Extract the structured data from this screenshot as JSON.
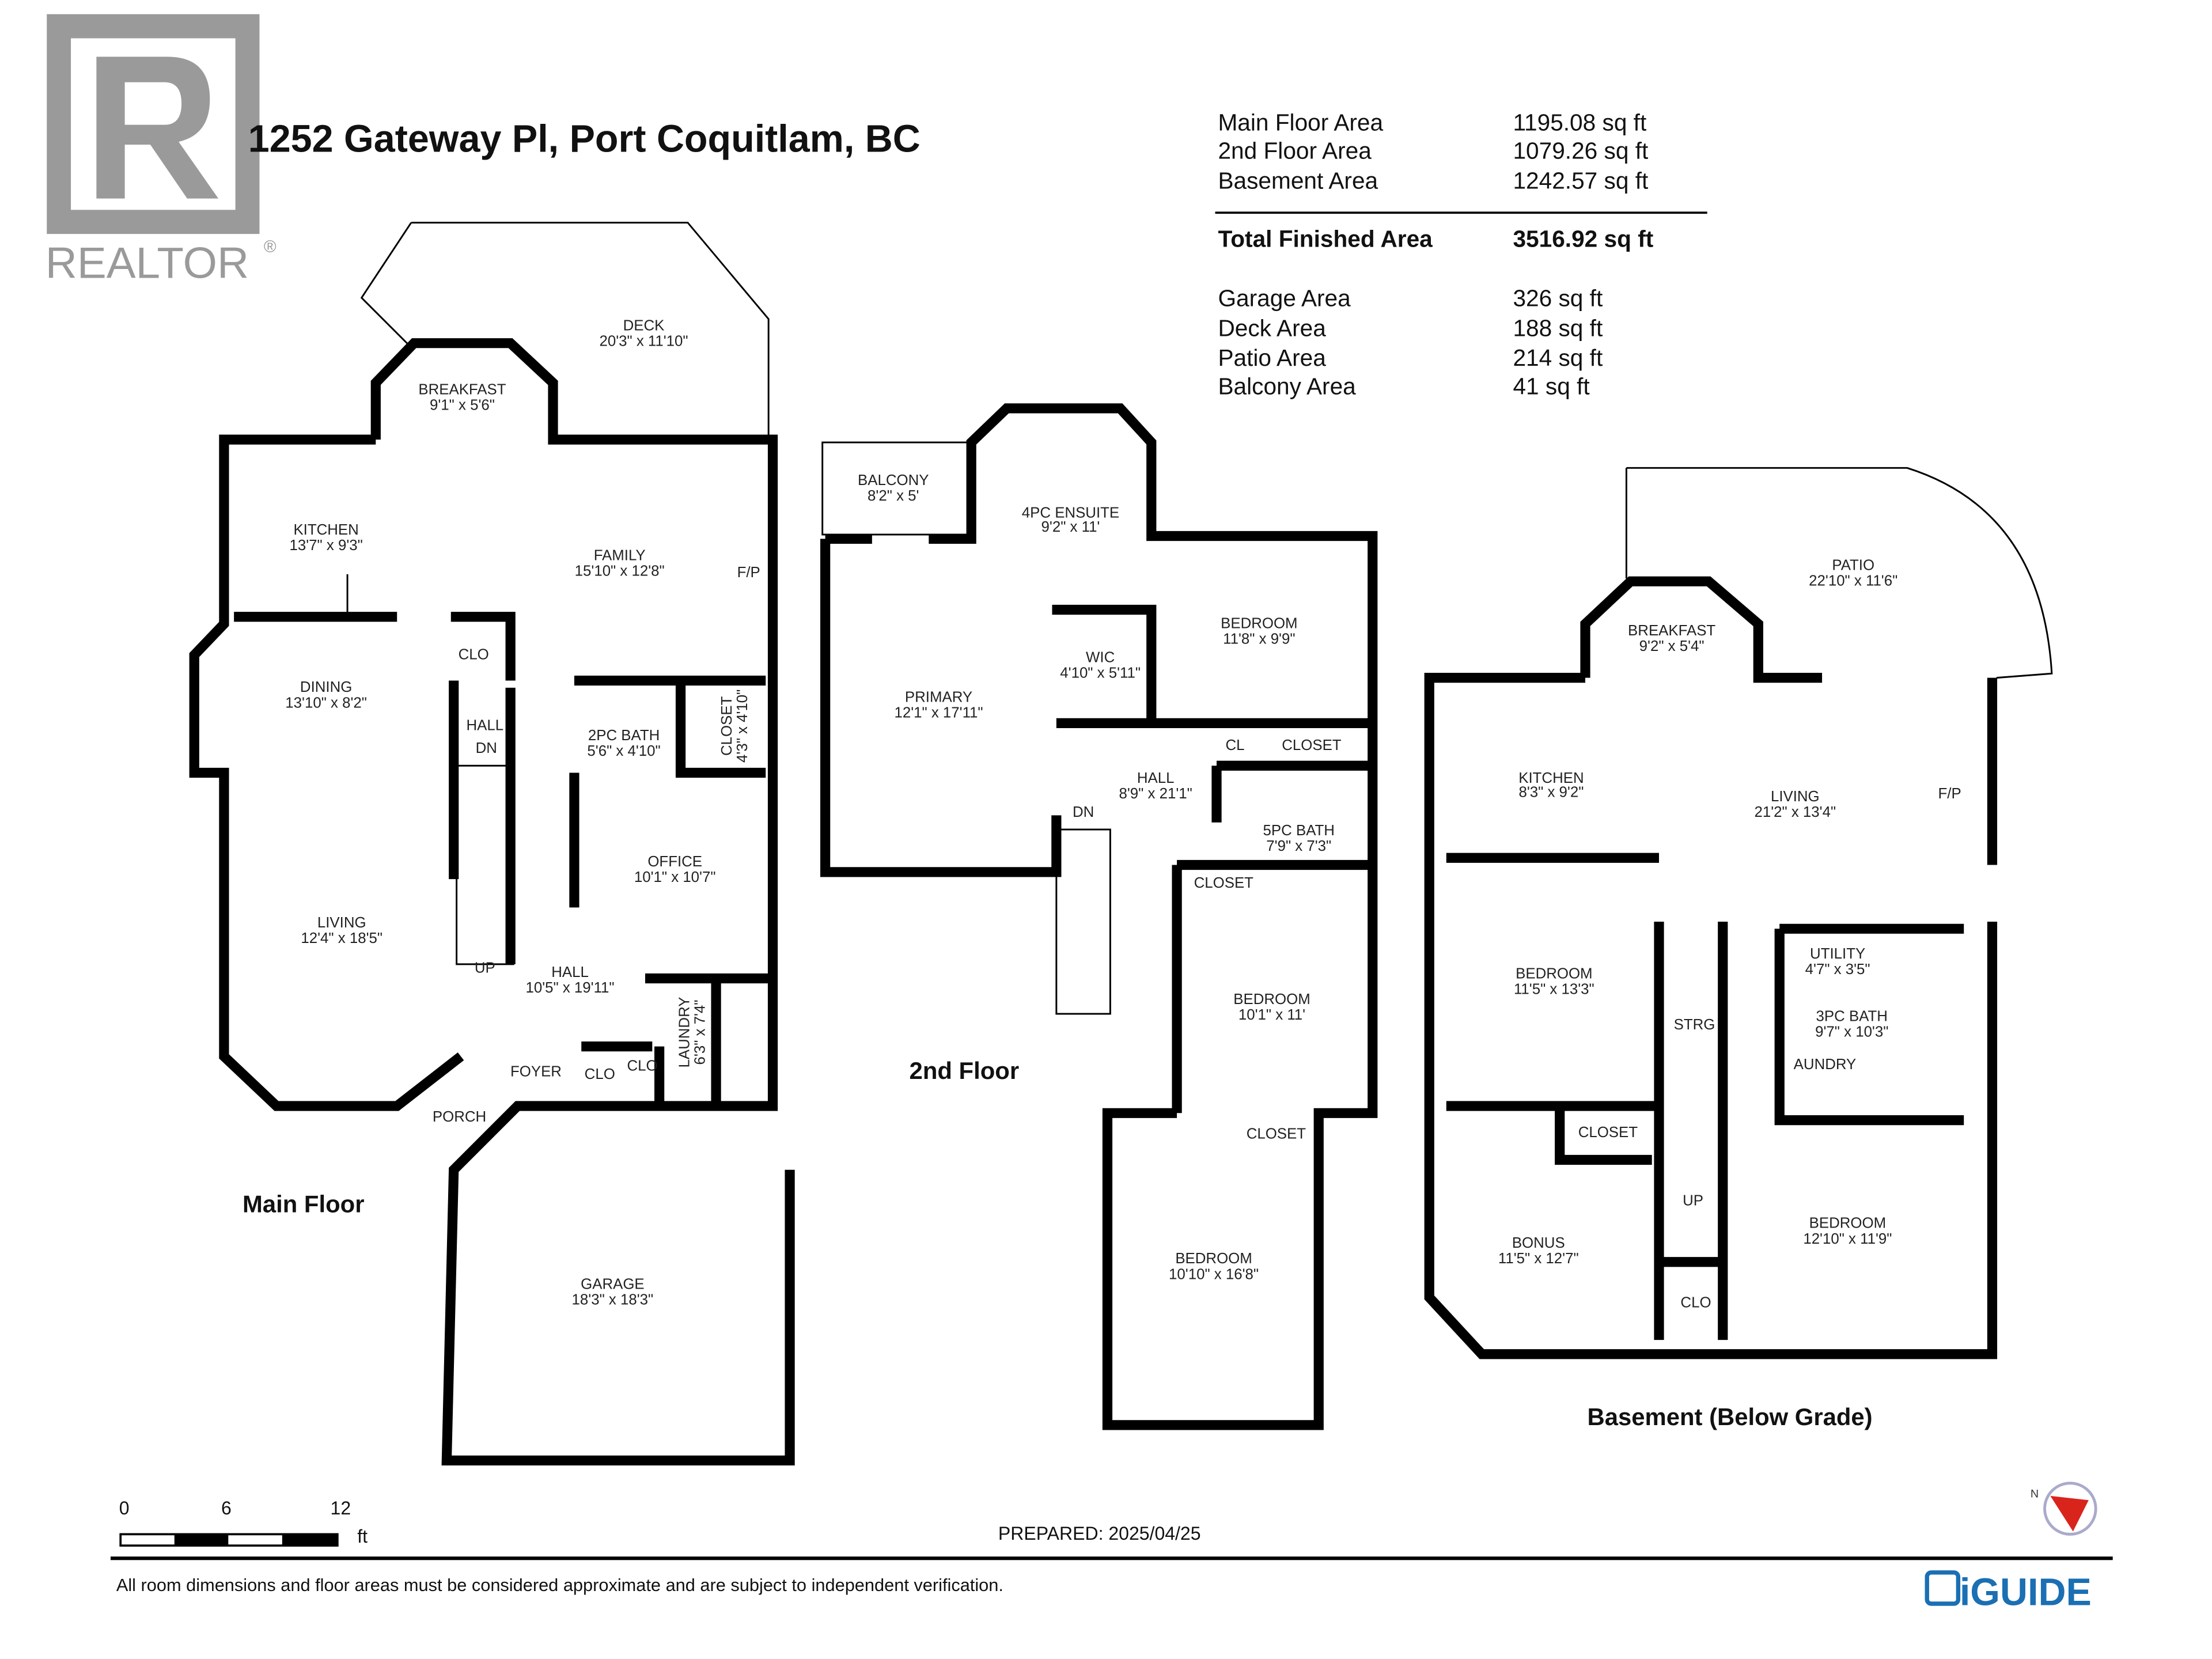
{
  "header": {
    "title": "1252 Gateway Pl, Port Coquitlam, BC",
    "logo_text": "REALTOR"
  },
  "areas": {
    "rows": [
      {
        "label": "Main Floor Area",
        "value": "1195.08 sq ft"
      },
      {
        "label": "2nd Floor Area",
        "value": "1079.26 sq ft"
      },
      {
        "label": "Basement Area",
        "value": "1242.57 sq ft"
      }
    ],
    "total": {
      "label": "Total Finished Area",
      "value": "3516.92 sq ft"
    },
    "extra": [
      {
        "label": "Garage Area",
        "value": "326 sq ft"
      },
      {
        "label": "Deck Area",
        "value": "188 sq ft"
      },
      {
        "label": "Patio Area",
        "value": "214 sq ft"
      },
      {
        "label": "Balcony Area",
        "value": "41 sq ft"
      }
    ]
  },
  "floors": {
    "main": {
      "label": "Main Floor",
      "rooms": [
        {
          "name": "DECK",
          "dims": "20'3\" x 11'10\""
        },
        {
          "name": "BREAKFAST",
          "dims": "9'1\" x 5'6\""
        },
        {
          "name": "KITCHEN",
          "dims": "13'7\" x 9'3\""
        },
        {
          "name": "FAMILY",
          "dims": "15'10\" x 12'8\""
        },
        {
          "name": "DINING",
          "dims": "13'10\" x 8'2\""
        },
        {
          "name": "2PC BATH",
          "dims": "5'6\" x 4'10\""
        },
        {
          "name": "CLOSET",
          "dims": "4'3\" x 4'10\""
        },
        {
          "name": "OFFICE",
          "dims": "10'1\" x 10'7\""
        },
        {
          "name": "LIVING",
          "dims": "12'4\" x 18'5\""
        },
        {
          "name": "HALL",
          "dims": "10'5\" x 19'11\""
        },
        {
          "name": "LAUNDRY",
          "dims": "6'3\" x 7'4\""
        },
        {
          "name": "GARAGE",
          "dims": "18'3\" x 18'3\""
        }
      ],
      "labels": [
        "F/P",
        "CLO",
        "HALL",
        "DN",
        "UP",
        "FOYER",
        "CLO",
        "CLO",
        "PORCH"
      ]
    },
    "second": {
      "label": "2nd Floor",
      "rooms": [
        {
          "name": "BALCONY",
          "dims": "8'2\" x 5'"
        },
        {
          "name": "4PC ENSUITE",
          "dims": "9'2\" x 11'"
        },
        {
          "name": "PRIMARY",
          "dims": "12'1\" x 17'11\""
        },
        {
          "name": "WIC",
          "dims": "4'10\" x 5'11\""
        },
        {
          "name": "BEDROOM",
          "dims": "11'8\" x 9'9\""
        },
        {
          "name": "HALL",
          "dims": "8'9\" x 21'1\""
        },
        {
          "name": "5PC BATH",
          "dims": "7'9\" x 7'3\""
        },
        {
          "name": "BEDROOM",
          "dims": "10'1\" x 11'"
        },
        {
          "name": "BEDROOM",
          "dims": "10'10\" x 16'8\""
        }
      ],
      "labels": [
        "CL",
        "CLOSET",
        "DN",
        "CLOSET",
        "CLOSET"
      ]
    },
    "basement": {
      "label": "Basement (Below Grade)",
      "rooms": [
        {
          "name": "PATIO",
          "dims": "22'10\" x 11'6\""
        },
        {
          "name": "BREAKFAST",
          "dims": "9'2\" x 5'4\""
        },
        {
          "name": "KITCHEN",
          "dims": "8'3\" x 9'2\""
        },
        {
          "name": "LIVING",
          "dims": "21'2\" x 13'4\""
        },
        {
          "name": "BEDROOM",
          "dims": "11'5\" x 13'3\""
        },
        {
          "name": "UTILITY",
          "dims": "4'7\" x 3'5\""
        },
        {
          "name": "3PC BATH",
          "dims": "9'7\" x 10'3\""
        },
        {
          "name": "BONUS",
          "dims": "11'5\" x 12'7\""
        },
        {
          "name": "BEDROOM",
          "dims": "12'10\" x 11'9\""
        }
      ],
      "labels": [
        "F/P",
        "STRG",
        "AUNDRY",
        "CLOSET",
        "UP",
        "CLO"
      ]
    }
  },
  "scale": {
    "ticks": [
      "0",
      "6",
      "12"
    ],
    "unit": "ft"
  },
  "prepared": "PREPARED: 2025/04/25",
  "disclaimer": "All room dimensions and floor areas must be considered approximate and are subject to independent verification.",
  "brand": "iGUIDE",
  "compass": "N",
  "colors": {
    "logo_gray": "#9a9a9a",
    "brand_blue": "#1b6fb3",
    "compass_red": "#d9241c"
  }
}
